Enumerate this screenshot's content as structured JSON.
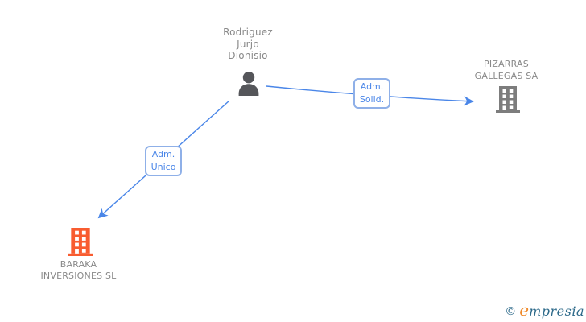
{
  "colors": {
    "background": "#ffffff",
    "edge_blue": "#4a86e8",
    "edge_label_text": "#4a86e8",
    "edge_label_border": "#8fb0e8",
    "node_text_gray": "#898989",
    "person_icon_gray": "#55565a",
    "building_gray": "#7d7d7d",
    "building_orange": "#f85c30",
    "logo_teal": "#2d6a8a",
    "logo_orange": "#ef8a2a"
  },
  "nodes": {
    "person": {
      "type": "person",
      "label_lines": [
        "Rodriguez",
        "Jurjo",
        "Dionisio"
      ]
    },
    "pizarras": {
      "type": "company",
      "label_lines": [
        "PIZARRAS",
        "GALLEGAS SA"
      ]
    },
    "baraka": {
      "type": "company",
      "label_lines": [
        "BARAKA",
        "INVERSIONES SL"
      ]
    }
  },
  "edges": [
    {
      "from": "Rodriguez Jurjo Dionisio",
      "to": "PIZARRAS GALLEGAS SA",
      "label_lines": [
        "Adm.",
        "Solid."
      ]
    },
    {
      "from": "Rodriguez Jurjo Dionisio",
      "to": "BARAKA INVERSIONES SL",
      "label_lines": [
        "Adm.",
        "Unico"
      ]
    }
  ],
  "footer": {
    "copyright_symbol": "©",
    "brand_initial": "e",
    "brand_rest": "mpresia"
  }
}
